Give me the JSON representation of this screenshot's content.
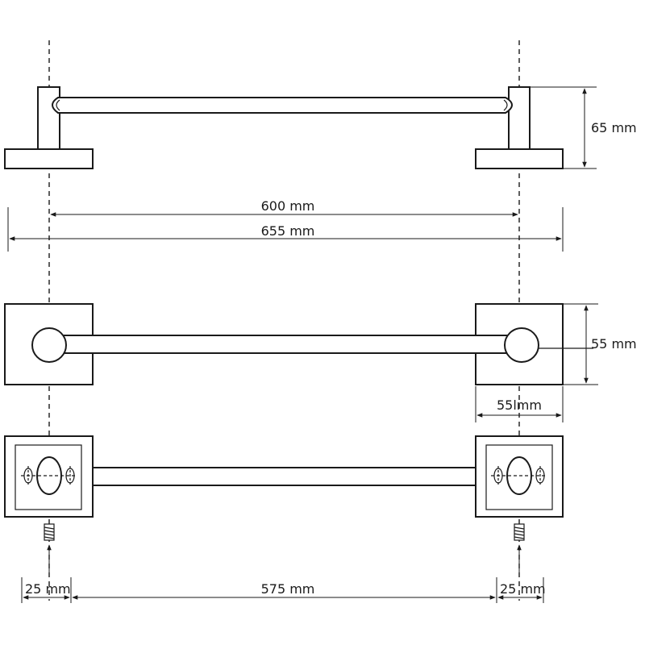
{
  "dimensions": {
    "height_side": "65 mm",
    "hole_spacing": "600 mm",
    "overall_length": "655 mm",
    "base_height": "55 mm",
    "base_width": "55lmm",
    "left_inset": "25 mm",
    "middle_span": "575 mm",
    "right_inset": "25 mm"
  }
}
